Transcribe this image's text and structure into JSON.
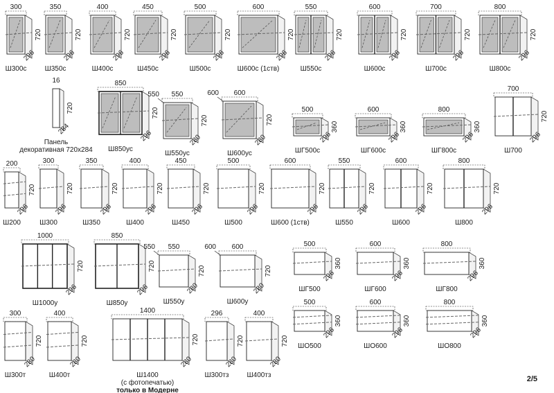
{
  "page_number": "2/5",
  "cabinets": [
    {
      "name": "Ш300с",
      "top_dim": "300",
      "height_dim": "720",
      "depth_dim": "296",
      "doors": 1,
      "glass": true
    },
    {
      "name": "Ш350с",
      "top_dim": "350",
      "height_dim": "720",
      "depth_dim": "296",
      "doors": 1,
      "glass": true
    },
    {
      "name": "Ш400с",
      "top_dim": "400",
      "height_dim": "720",
      "depth_dim": "296",
      "doors": 1,
      "glass": true
    },
    {
      "name": "Ш450с",
      "top_dim": "450",
      "height_dim": "720",
      "depth_dim": "296",
      "doors": 1,
      "glass": true
    },
    {
      "name": "Ш500с",
      "top_dim": "500",
      "height_dim": "720",
      "depth_dim": "296",
      "doors": 1,
      "glass": true
    },
    {
      "name": "Ш600с (1ств)",
      "top_dim": "600",
      "height_dim": "720",
      "depth_dim": "296",
      "doors": 1,
      "glass": true
    },
    {
      "name": "Ш550с",
      "top_dim": "550",
      "height_dim": "720",
      "depth_dim": "296",
      "doors": 2,
      "glass": true
    },
    {
      "name": "Ш600с",
      "top_dim": "600",
      "height_dim": "720",
      "depth_dim": "296",
      "doors": 2,
      "glass": true
    },
    {
      "name": "Ш700с",
      "top_dim": "700",
      "height_dim": "720",
      "depth_dim": "296",
      "doors": 2,
      "glass": true
    },
    {
      "name": "Ш800с",
      "top_dim": "800",
      "height_dim": "720",
      "depth_dim": "296",
      "doors": 2,
      "glass": true
    },
    {
      "name": "Панель",
      "name2": "декоративная 720х284",
      "top_dim": "16",
      "height_dim": "720",
      "depth_dim": "284",
      "kind": "panel"
    },
    {
      "name": "Ш850ус",
      "top_dim": "850",
      "height_dim": "720",
      "depth_dim": "296",
      "doors": 2,
      "glass": true,
      "kind": "box"
    },
    {
      "name": "Ш550ус",
      "top_dim": "550",
      "top_dim2": "550",
      "height_dim": "720",
      "depth_dim": "280",
      "glass": true,
      "kind": "corner"
    },
    {
      "name": "Ш600ус",
      "top_dim": "600",
      "top_dim2": "600",
      "height_dim": "720",
      "depth_dim": "280",
      "glass": true,
      "kind": "corner"
    },
    {
      "name": "ШГ500с",
      "top_dim": "500",
      "height_dim": "360",
      "depth_dim": "296",
      "doors": 1,
      "glass": true
    },
    {
      "name": "ШГ600с",
      "top_dim": "600",
      "height_dim": "360",
      "depth_dim": "296",
      "doors": 1,
      "glass": true
    },
    {
      "name": "ШГ800с",
      "top_dim": "800",
      "height_dim": "360",
      "depth_dim": "296",
      "doors": 1,
      "glass": true
    },
    {
      "name": "Ш700",
      "top_dim": "700",
      "height_dim": "720",
      "depth_dim": "296",
      "doors": 2,
      "glass": false
    },
    {
      "name": "Ш200",
      "top_dim": "200",
      "height_dim": "720",
      "depth_dim": "296",
      "doors": 0,
      "glass": false,
      "kind": "open"
    },
    {
      "name": "Ш300",
      "top_dim": "300",
      "height_dim": "720",
      "depth_dim": "296",
      "doors": 1,
      "glass": false
    },
    {
      "name": "Ш350",
      "top_dim": "350",
      "height_dim": "720",
      "depth_dim": "296",
      "doors": 1,
      "glass": false
    },
    {
      "name": "Ш400",
      "top_dim": "400",
      "height_dim": "720",
      "depth_dim": "296",
      "doors": 1,
      "glass": false
    },
    {
      "name": "Ш450",
      "top_dim": "450",
      "height_dim": "720",
      "depth_dim": "296",
      "doors": 1,
      "glass": false
    },
    {
      "name": "Ш500",
      "top_dim": "500",
      "height_dim": "720",
      "depth_dim": "296",
      "doors": 1,
      "glass": false
    },
    {
      "name": "Ш600 (1ств)",
      "top_dim": "600",
      "height_dim": "720",
      "depth_dim": "296",
      "doors": 1,
      "glass": false
    },
    {
      "name": "Ш550",
      "top_dim": "550",
      "height_dim": "720",
      "depth_dim": "296",
      "doors": 2,
      "glass": false
    },
    {
      "name": "Ш600",
      "top_dim": "600",
      "height_dim": "720",
      "depth_dim": "296",
      "doors": 2,
      "glass": false
    },
    {
      "name": "Ш800",
      "top_dim": "800",
      "height_dim": "720",
      "depth_dim": "296",
      "doors": 2,
      "glass": false
    },
    {
      "name": "Ш1000у",
      "top_dim": "1000",
      "height_dim": "720",
      "depth_dim": "296",
      "doors": 3,
      "glass": false,
      "kind": "box"
    },
    {
      "name": "Ш850у",
      "top_dim": "850",
      "height_dim": "720",
      "depth_dim": "296",
      "doors": 2,
      "glass": false,
      "kind": "box"
    },
    {
      "name": "Ш550у",
      "top_dim": "550",
      "top_dim2": "550",
      "height_dim": "720",
      "depth_dim": "280",
      "glass": false,
      "kind": "corner"
    },
    {
      "name": "Ш600у",
      "top_dim": "600",
      "top_dim2": "600",
      "height_dim": "720",
      "depth_dim": "280",
      "glass": false,
      "kind": "corner"
    },
    {
      "name": "ШГ500",
      "top_dim": "500",
      "height_dim": "360",
      "depth_dim": "296",
      "doors": 1,
      "glass": false
    },
    {
      "name": "ШГ600",
      "top_dim": "600",
      "height_dim": "360",
      "depth_dim": "296",
      "doors": 1,
      "glass": false
    },
    {
      "name": "ШГ800",
      "top_dim": "800",
      "height_dim": "360",
      "depth_dim": "296",
      "doors": 1,
      "glass": false
    },
    {
      "name": "Ш300т",
      "top_dim": "300",
      "height_dim": "720",
      "depth_dim": "280",
      "doors": 0,
      "glass": false,
      "kind": "shelf"
    },
    {
      "name": "Ш400т",
      "top_dim": "400",
      "height_dim": "720",
      "depth_dim": "280",
      "doors": 0,
      "glass": false,
      "kind": "shelf"
    },
    {
      "name": "Ш1400",
      "name2": "(с фотопечатью)",
      "name3": "только в Модерне",
      "top_dim": "1400",
      "height_dim": "720",
      "depth_dim": "280",
      "doors": 4,
      "glass": false
    },
    {
      "name": "Ш300тз",
      "top_dim": "296",
      "height_dim": "720",
      "depth_dim": "280",
      "doors": 1,
      "glass": false
    },
    {
      "name": "Ш400тз",
      "top_dim": "400",
      "height_dim": "720",
      "depth_dim": "280",
      "doors": 1,
      "glass": false
    },
    {
      "name": "ШО500",
      "top_dim": "500",
      "height_dim": "360",
      "depth_dim": "296",
      "doors": 0,
      "glass": false,
      "kind": "open"
    },
    {
      "name": "ШО600",
      "top_dim": "600",
      "height_dim": "360",
      "depth_dim": "296",
      "doors": 0,
      "glass": false,
      "kind": "open"
    },
    {
      "name": "ШО800",
      "top_dim": "800",
      "height_dim": "360",
      "depth_dim": "296",
      "doors": 0,
      "glass": false,
      "kind": "open"
    }
  ]
}
